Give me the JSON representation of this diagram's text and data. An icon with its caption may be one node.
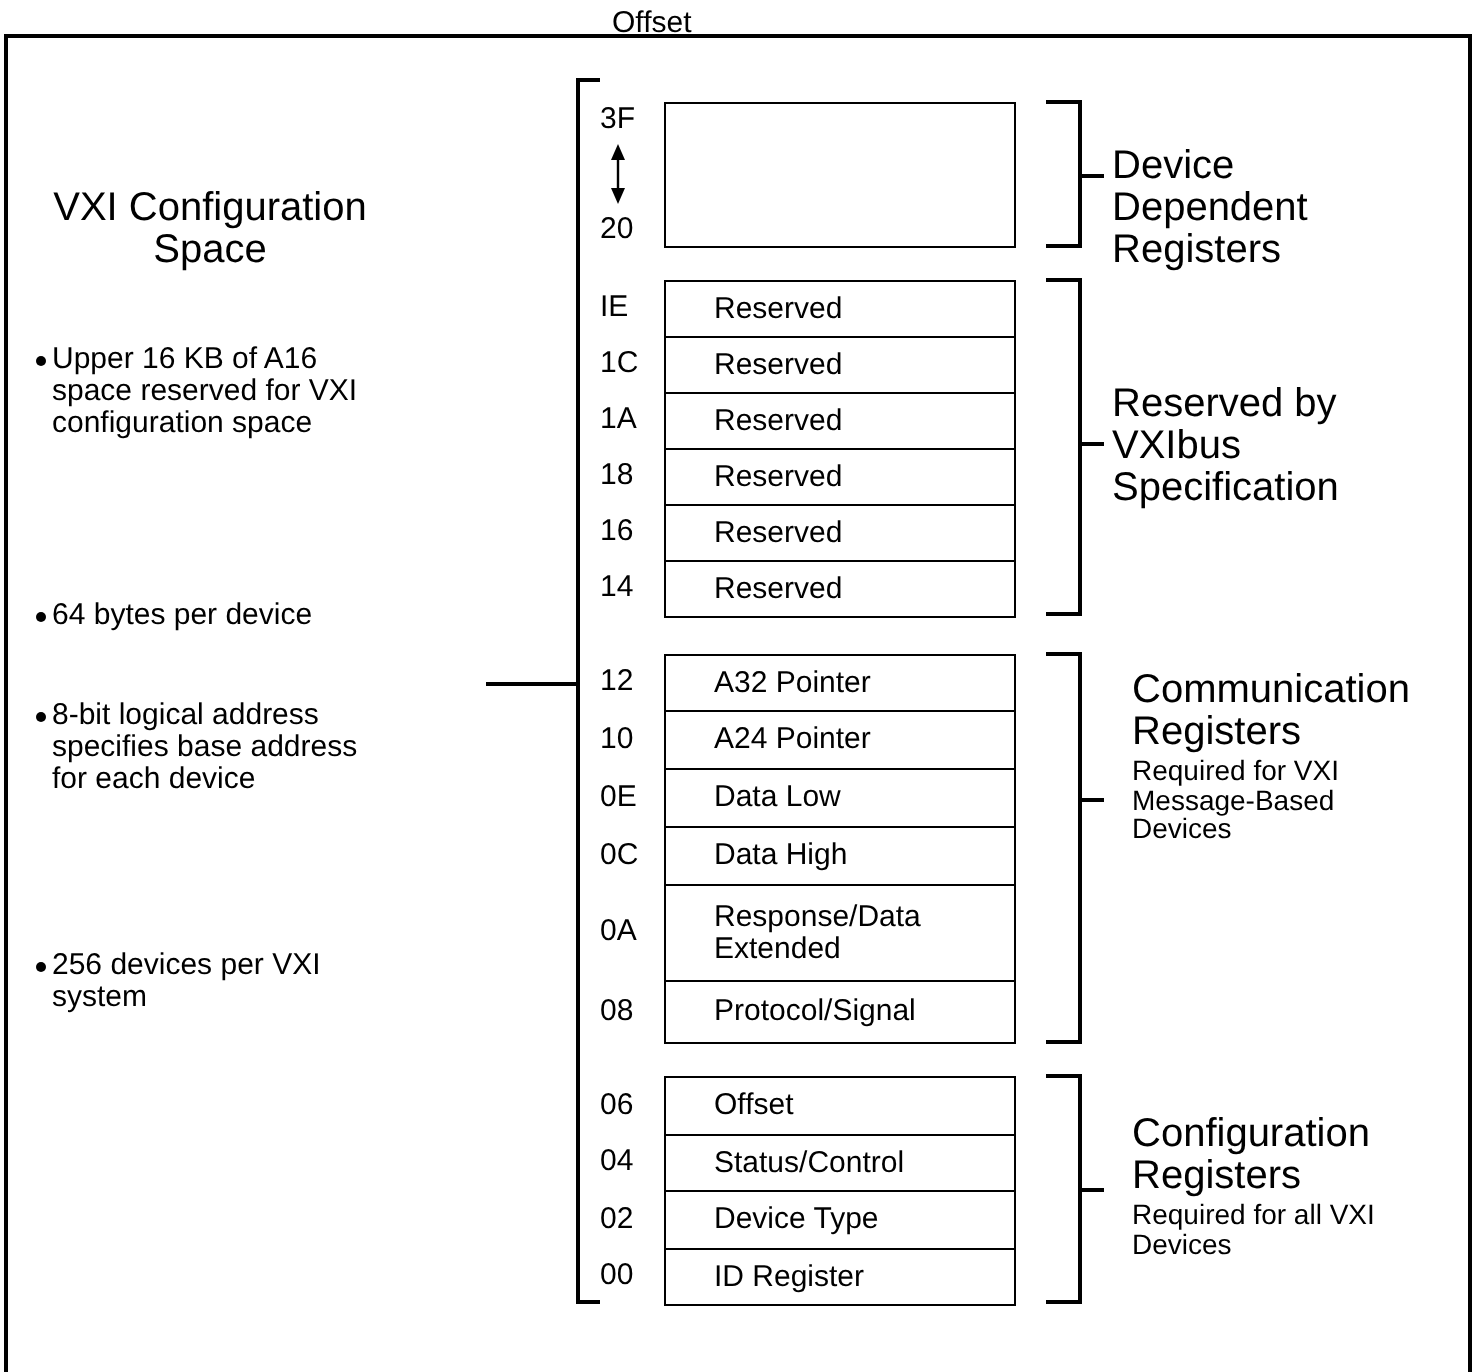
{
  "diagram": {
    "nodes": [
      {
        "text": [],
        "shape": "box",
        "beside": [
          "3F",
          "20"
        ]
      },
      {
        "text": [
          "Reserved"
        ],
        "beside": [
          "IE"
        ]
      },
      {
        "text": [
          "Reserved"
        ],
        "beside": [
          "1C"
        ]
      },
      {
        "text": [
          "Reserved"
        ],
        "beside": [
          "1A"
        ]
      },
      {
        "text": [
          "Reserved"
        ],
        "beside": [
          "18"
        ]
      },
      {
        "text": [
          "Reserved"
        ],
        "beside": [
          "16"
        ]
      },
      {
        "text": [
          "Reserved"
        ],
        "beside": [
          "14"
        ]
      },
      {
        "text": [
          "A32 Pointer"
        ],
        "beside": [
          "12"
        ]
      },
      {
        "text": [
          "A24 Pointer"
        ],
        "beside": [
          "10"
        ]
      },
      {
        "text": [
          "Data Low"
        ],
        "beside": [
          "0E"
        ]
      },
      {
        "text": [
          "Data High"
        ],
        "beside": [
          "0C"
        ]
      },
      {
        "text": [
          "Response/Data Extended"
        ],
        "beside": [
          "0A"
        ]
      },
      {
        "text": [
          "Protocol/Signal"
        ],
        "beside": [
          "08"
        ]
      },
      {
        "text": [
          "Offset"
        ],
        "beside": [
          "06"
        ]
      },
      {
        "text": [
          "Status/Control"
        ],
        "beside": [
          "04"
        ]
      },
      {
        "text": [
          "Device Type"
        ],
        "beside": [
          "02"
        ]
      },
      {
        "text": [
          "ID Register"
        ],
        "beside": [
          "00"
        ]
      }
    ],
    "edges": [],
    "labels": [
      "Offset",
      "VXI Configuration Space",
      "Device Dependent Registers",
      "Upper 16 KB of A16 space reserved for VXI configuration space",
      "Reserved by VXIbus Specification",
      "64 bytes per device",
      "8-bit logical address specifies base address for each device",
      "Communication Registers",
      "Required for VXI Message-Based Devices",
      "256 devices per VXI system",
      "Configuration Registers",
      "Required for all VXI Devices"
    ]
  }
}
